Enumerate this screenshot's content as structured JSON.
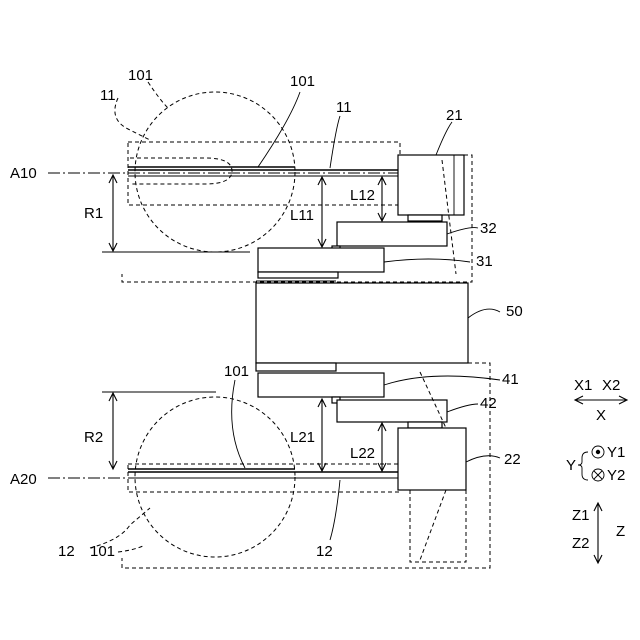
{
  "labels": {
    "l101_top_a": "101",
    "l101_top_b": "101",
    "l11_top_left": "11",
    "l11_top_right": "11",
    "l21": "21",
    "A10": "A10",
    "L12": "L12",
    "R1": "R1",
    "L11": "L11",
    "l32": "32",
    "l31": "31",
    "l50": "50",
    "l101_mid": "101",
    "l41": "41",
    "l42": "42",
    "R2": "R2",
    "L21": "L21",
    "L22": "L22",
    "A20": "A20",
    "l22": "22",
    "l12_left": "12",
    "l101_bottom": "101",
    "l12_bottom": "12"
  },
  "legend": {
    "x1": "X1",
    "x2": "X2",
    "x": "X",
    "y": "Y",
    "y1": "Y1",
    "y2": "Y2",
    "z1": "Z1",
    "z2": "Z2",
    "z": "Z"
  }
}
